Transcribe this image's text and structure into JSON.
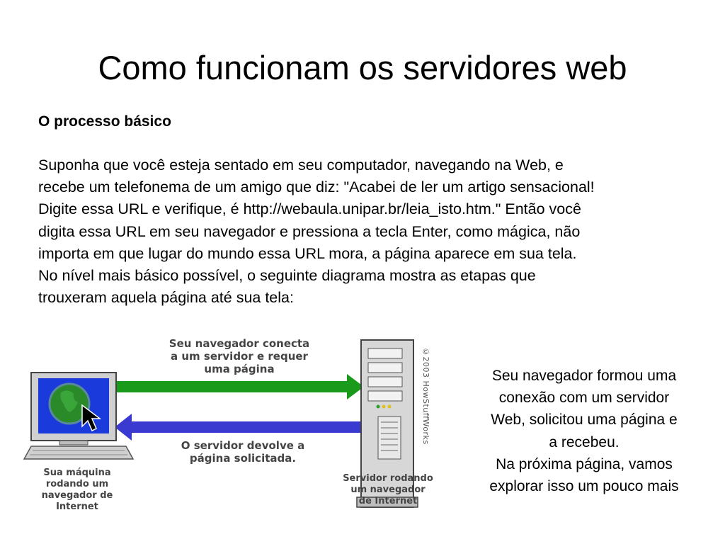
{
  "slide": {
    "title": "Como funcionam os servidores web",
    "subtitle": "O processo básico",
    "body": "Suponha que você esteja sentado em seu computador, navegando na Web, e\nrecebe um telefonema de um amigo que diz: \"Acabei de ler um artigo sensacional!\nDigite essa URL e verifique, é http://webaula.unipar.br/leia_isto.htm.\" Então você\ndigita essa URL em seu navegador e pressiona a tecla Enter, como mágica, não\nimporta em que lugar do mundo essa URL mora, a página aparece em sua tela.\nNo nível mais básico possível, o seguinte diagrama mostra as etapas que\ntrouxeram aquela página até sua tela:",
    "side_text": "Seu navegador formou uma\nconexão com um servidor\nWeb, solicitou uma página e\na recebeu.\nNa próxima página, vamos\nexplorar isso um pouco mais"
  },
  "diagram": {
    "request_label": "Seu navegador conecta\na um servidor e requer\numa página",
    "response_label": "O servidor devolve a\npágina solicitada.",
    "client_label": "Sua máquina\nrodando um\nnavegador de\nInternet",
    "server_label": "Servidor rodando\num navegador\nde Internet",
    "copyright": "©2003 HowStuffWorks",
    "colors": {
      "request_arrow": "#1a9a1a",
      "response_arrow": "#3a3ad0",
      "screen": "#1a3adc"
    }
  }
}
